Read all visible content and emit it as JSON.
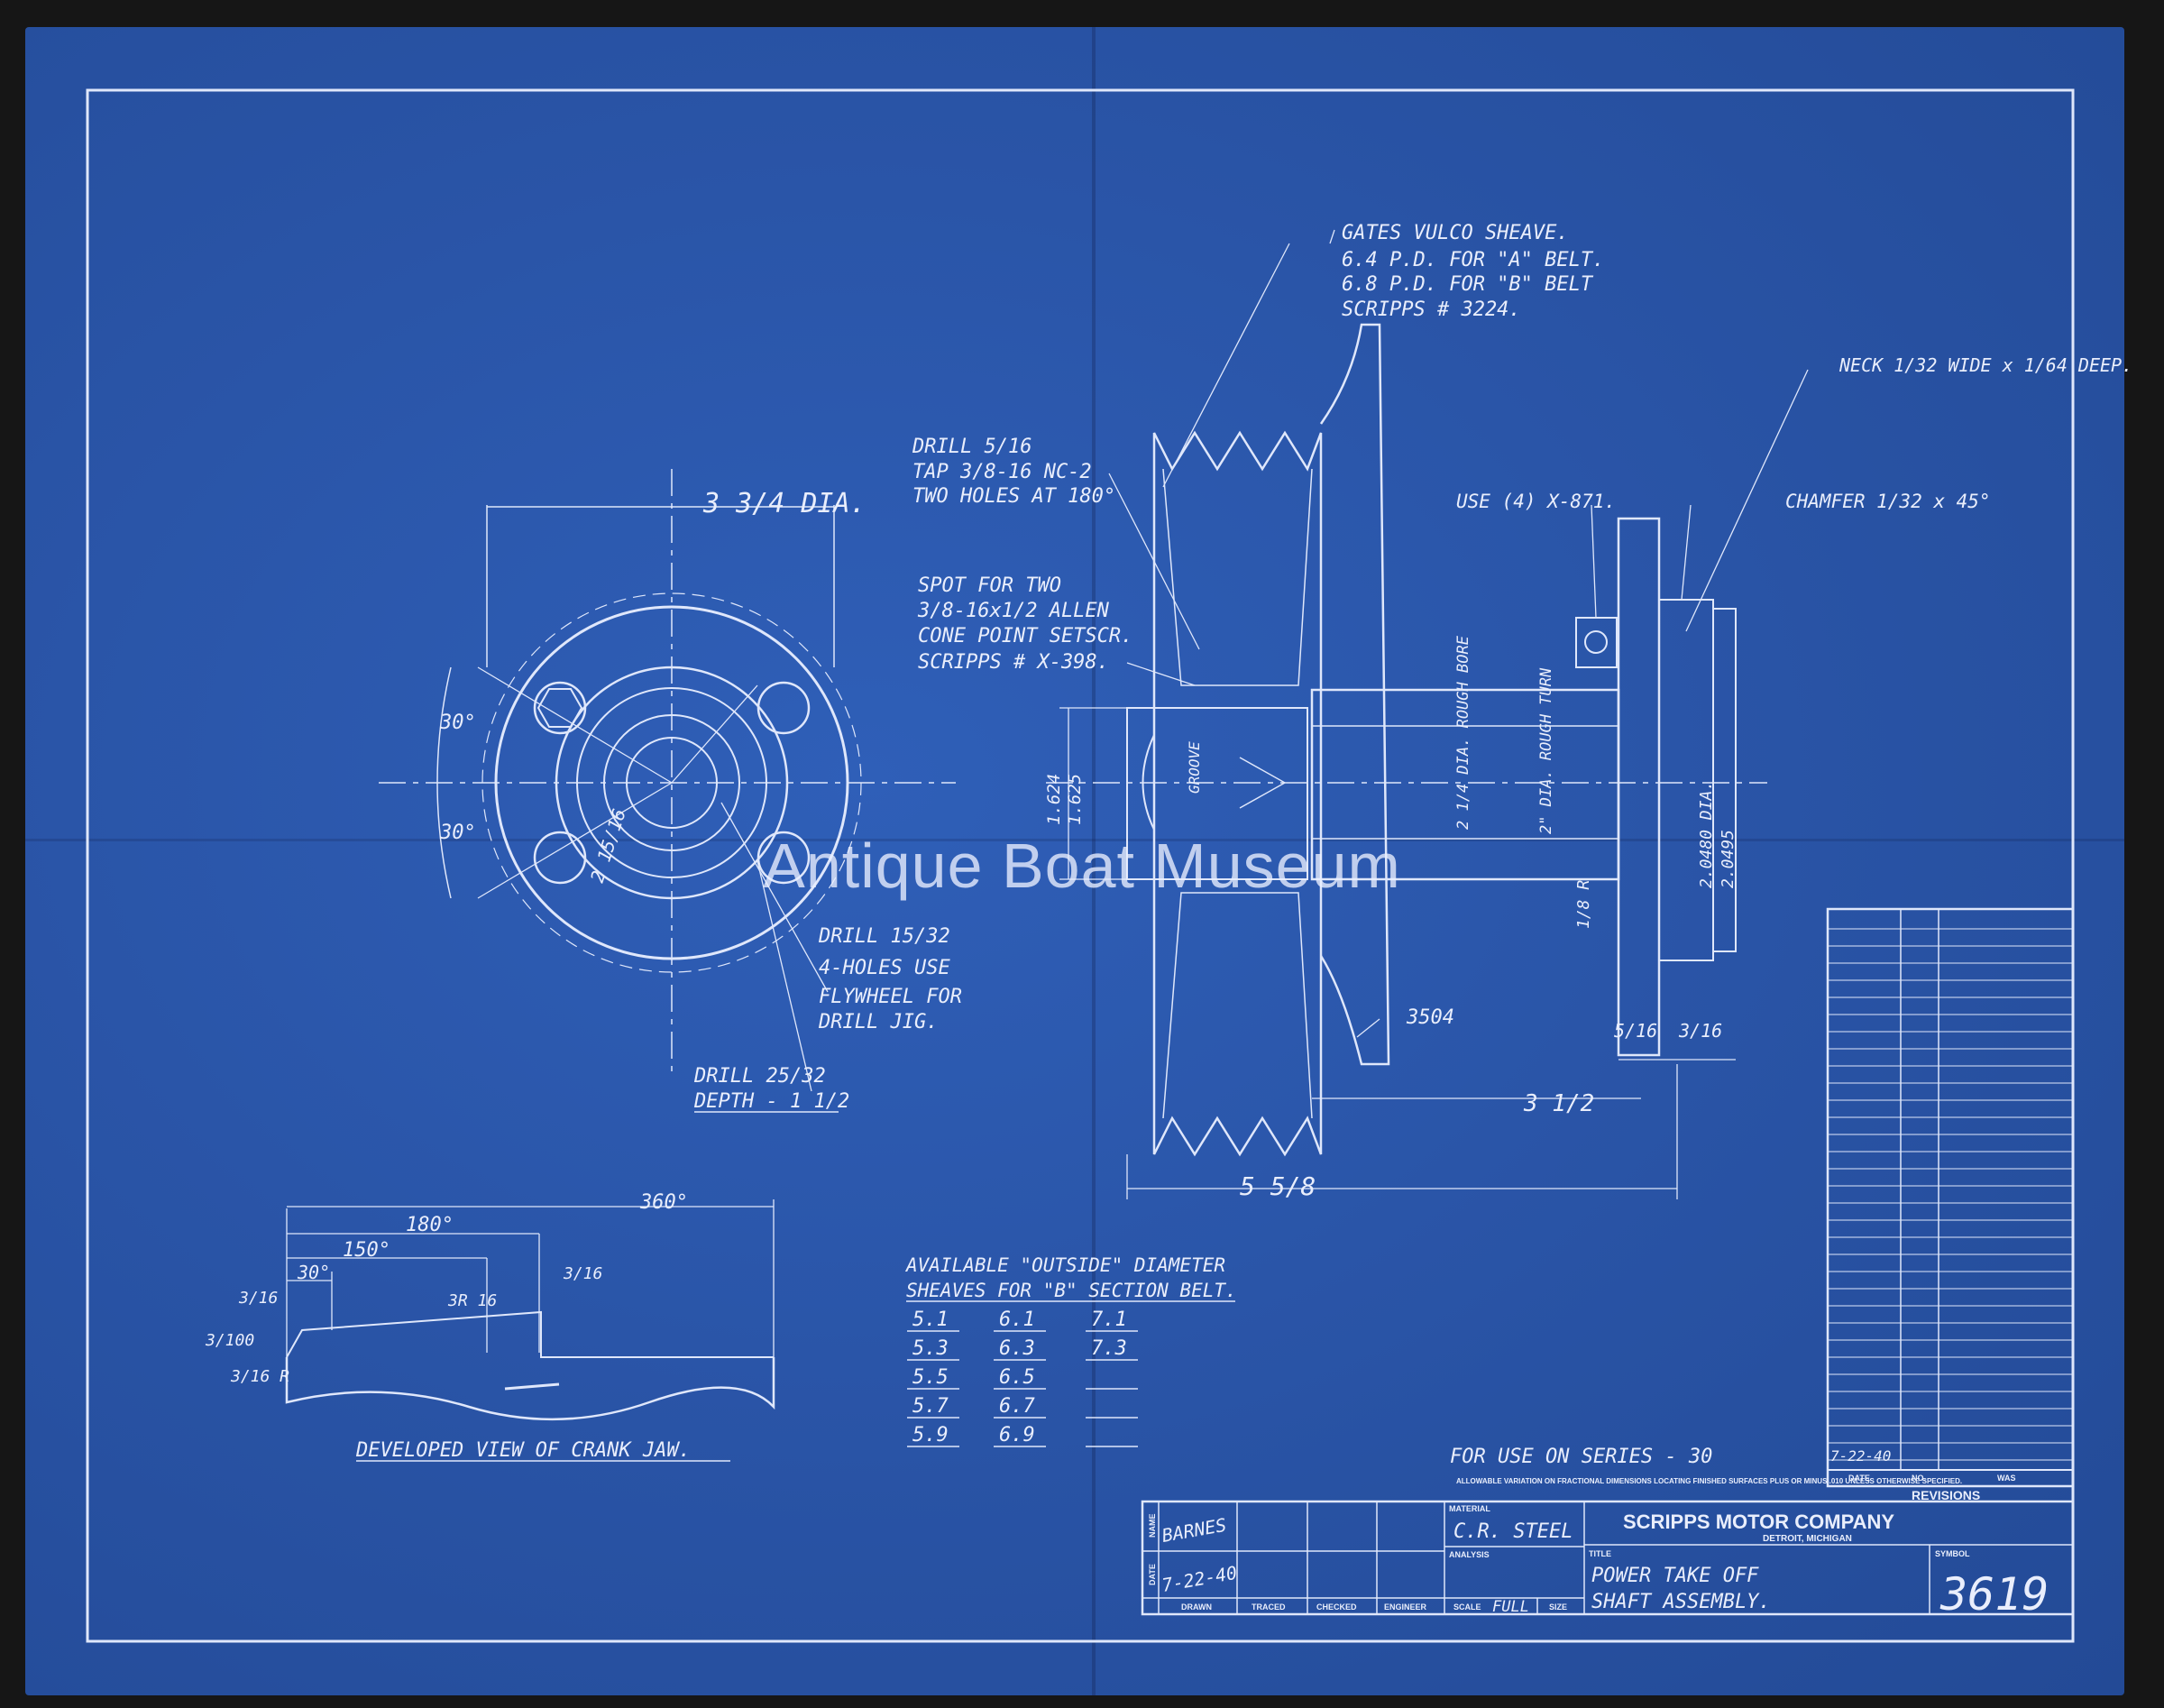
{
  "watermark": "Antique Boat Museum",
  "notes": {
    "sheave": [
      "GATES VULCO SHEAVE.",
      "6.4 P.D. FOR \"A\" BELT.",
      "6.8 P.D. FOR \"B\" BELT",
      "SCRIPPS # 3224."
    ],
    "drill_tap": [
      "DRILL 5/16",
      "TAP 3/8-16 NC-2",
      "TWO HOLES AT 180°"
    ],
    "spot": [
      "SPOT FOR TWO",
      "3/8-16x1/2 ALLEN",
      "CONE POINT SETSCR.",
      "SCRIPPS # X-398."
    ],
    "neck": "NECK 1/32 WIDE x 1/64 DEEP.",
    "use4": "USE (4) X-871.",
    "chamfer": "CHAMFER 1/32 x 45°",
    "drill_holes": [
      "DRILL 15/32",
      "4-HOLES USE",
      "FLYWHEEL FOR",
      "DRILL JIG."
    ],
    "drill_depth": [
      "DRILL 25/32",
      "DEPTH - 1 1/2"
    ],
    "developed": "DEVELOPED VIEW OF CRANK JAW.",
    "series": "FOR USE ON SERIES - 30",
    "tolerance": "ALLOWABLE VARIATION ON FRACTIONAL DIMENSIONS LOCATING FINISHED SURFACES PLUS OR MINUS .010 UNLESS OTHERWISE SPECIFIED."
  },
  "dims": {
    "dia_top": "3 3/4 DIA.",
    "angle30a": "30°",
    "angle30b": "30°",
    "r_2_15_16": "2 15/16",
    "d1624": "1.624",
    "d1625": "1.625",
    "groove": "GROOVE",
    "dia_rough": "2 1/4 DIA. ROUGH BORE",
    "dia2": "2\" DIA. ROUGH TURN",
    "dia2048": "2.0480 DIA.",
    "dia20495": "2.0495",
    "r18": "1/8 R",
    "p3504": "3504",
    "len5_16": "5/16",
    "len3_16": "3/16",
    "len3_5": "3 1/2",
    "len5_58": "5 5/8",
    "deg360": "360°",
    "deg180": "180°",
    "deg150": "150°",
    "deg30": "30°",
    "d3_16a": "3/16",
    "d3_16b": "3/16",
    "d3r16": "3R 16",
    "d3_100": "3/100",
    "d3_16r": "3/16 R"
  },
  "sheaves": {
    "heading": [
      "AVAILABLE \"OUTSIDE\" DIAMETER",
      "SHEAVES FOR \"B\" SECTION BELT."
    ],
    "rows": [
      [
        "5.1",
        "6.1",
        "7.1"
      ],
      [
        "5.3",
        "6.3",
        "7.3"
      ],
      [
        "5.5",
        "6.5",
        ""
      ],
      [
        "5.7",
        "6.7",
        ""
      ],
      [
        "5.9",
        "6.9",
        ""
      ]
    ]
  },
  "revisions": {
    "date": "7-22-40",
    "col_date": "DATE",
    "col_no": "NO.",
    "col_was": "WAS",
    "title": "REVISIONS"
  },
  "title_block": {
    "name_label": "NAME",
    "date_label": "DATE",
    "name_value": "BARNES",
    "date_value": "7-22-40",
    "drawn": "DRAWN",
    "traced": "TRACED",
    "checked": "CHECKED",
    "engineer": "ENGINEER",
    "scale": "SCALE",
    "scale_value": "FULL",
    "size": "SIZE",
    "material_label": "MATERIAL",
    "material_value": "C.R. STEEL",
    "analysis_label": "ANALYSIS",
    "company": "SCRIPPS MOTOR COMPANY",
    "location": "DETROIT, MICHIGAN",
    "title_label": "TITLE",
    "title_line1": "POWER TAKE OFF",
    "title_line2": "SHAFT ASSEMBLY.",
    "symbol_label": "SYMBOL",
    "symbol_value": "3619"
  }
}
